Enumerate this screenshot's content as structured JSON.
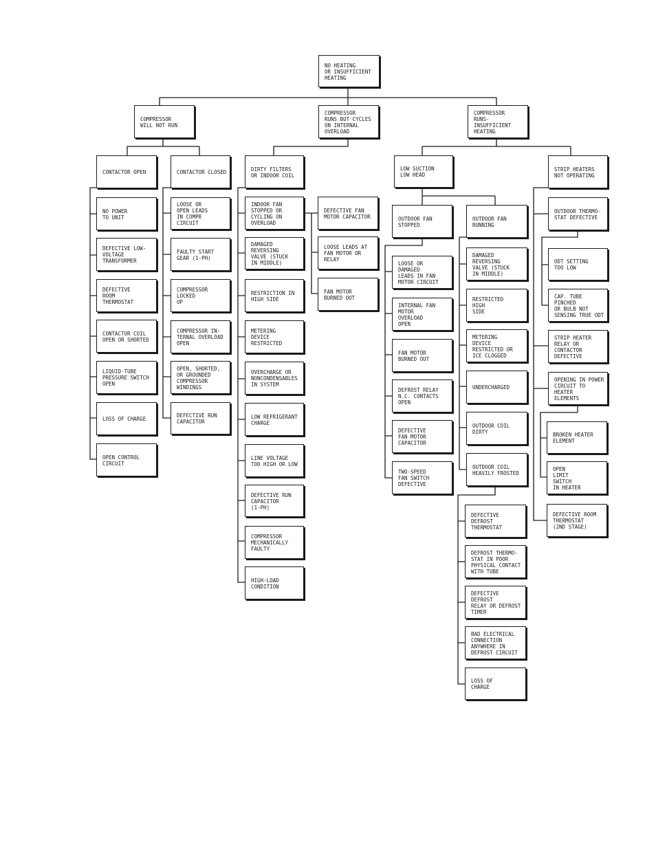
{
  "root": {
    "label": "NO HEATING\nOR INSUFFICIENT\nHEATING"
  },
  "branches": {
    "compressor_will_not_run": {
      "label": "COMPRESSOR\nWILL NOT RUN",
      "contactor_open": {
        "label": "CONTACTOR OPEN",
        "causes": [
          "NO POWER\nTO UNIT",
          "DEFECTIVE LOW-\nVOLTAGE\nTRANSFORMER",
          "DEFECTIVE\nROOM\nTHERMOSTAT",
          "CONTACTOR COIL\nOPEN OR SHORTED",
          "LIQUID-TUBE\nPRESSURE SWITCH\nOPEN",
          "LOSS OF CHARGE",
          "OPEN CONTROL\nCIRCUIT"
        ]
      },
      "contactor_closed": {
        "label": "CONTACTOR CLOSED",
        "causes": [
          "LOOSE OR\nOPEN LEADS\nIN COMPR\nCIRCUIT",
          "FAULTY START\nGEAR (1-PH)",
          "COMPRESSOR\nLOCKED\nUP",
          "COMPRESSOR IN-\nTERNAL OVERLOAD\nOPEN",
          "OPEN, SHORTED,\nOR GROUNDED\nCOMPRESSOR\nWINDINGS",
          "DEFECTIVE RUN\nCAPACITOR"
        ]
      }
    },
    "compressor_cycles": {
      "label": "COMPRESSOR\nRUNS BUT CYCLES\nON INTERNAL\nOVERLOAD",
      "dirty_filters": {
        "label": "DIRTY FILTERS\nOR INDOOR COIL",
        "causes": [
          "INDOOR FAN\nSTOPPED OR\nCYCLING ON\nOVERLOAD",
          "DAMAGED\nREVERSING\nVALVE (STUCK\nIN MIDDLE)",
          "RESTRICTION IN\nHIGH SIDE",
          "METERING\nDEVICE\nRESTRICTED",
          "OVERCHARGE OR\nNONCONDENSABLES\nIN SYSTEM",
          "LOW REFRIGERANT\nCHARGE",
          "LINE VOLTAGE\nTOO HIGH OR LOW",
          "DEFECTIVE RUN\nCAPACITOR\n(1-PH)",
          "COMPRESSOR\nMECHANICALLY\nFAULTY",
          "HIGH-LOAD\nCONDITION"
        ],
        "indoor_fan_causes": [
          "DEFECTIVE FAN\nMOTOR CAPACITOR",
          "LOOSE LEADS AT\nFAN MOTOR OR\nRELAY",
          "FAN MOTOR\nBURNED OUT"
        ]
      }
    },
    "compressor_insufficient": {
      "label": "COMPRESSOR\nRUNS-\nINSUFFICIENT\nHEATING",
      "low_suction": {
        "label": "LOW SUCTION\nLOW HEAD",
        "outdoor_fan_stopped": {
          "label": "OUTDOOR FAN\nSTOPPED",
          "causes": [
            "LOOSE OR\nDAMAGED\nLEADS IN FAN\nMOTOR CIRCUIT",
            "INTERNAL FAN\nMOTOR\nOVERLOAD\nOPEN",
            "FAN MOTOR\nBURNED OUT",
            "DEFROST RELAY\nN.C. CONTACTS\nOPEN",
            "DEFECTIVE\nFAN MOTOR\nCAPACITOR",
            "TWO-SPEED\nFAN SWITCH\nDEFECTIVE"
          ]
        },
        "outdoor_fan_running": {
          "label": "OUTDOOR FAN\nRUNNING",
          "causes": [
            "DAMAGED\nREVERSING\nVALVE (STUCK\nIN MIDDLE)",
            "RESTRICTED\nHIGH\nSIDE",
            "METERING\nDEVICE\nRESTRICTED OR\nICE CLOGGED",
            "UNDERCHARGED",
            "OUTDOOR COIL\nDIRTY",
            "OUTDOOR COIL\nHEAVILY FROSTED"
          ],
          "frosted_causes": [
            "DEFECTIVE DEFROST\nTHERMOSTAT",
            "DEFROST THERMO-\nSTAT IN POOR\nPHYSICAL CONTACT\nWITH TUBE",
            "DEFECTIVE DEFROST\nRELAY OR DEFROST\nTIMER",
            "BAD ELECTRICAL\nCONNECTION\nANYWHERE IN\nDEFROST CIRCUIT",
            "LOSS OF\nCHARGE"
          ]
        }
      },
      "strip_heaters": {
        "label": "STRIP HEATERS\nNOT OPERATING",
        "causes": [
          "OUTDOOR THERMO-\nSTAT DEFECTIVE",
          "STRIP HEATER\nRELAY OR\nCONTACTOR\nDEFECTIVE",
          "OPENING IN POWER\nCIRCUIT TO HEATER\nELEMENTS",
          "DEFECTIVE ROOM\nTHERMOSTAT\n(2nd STAGE)"
        ],
        "thermostat_causes": [
          "ODT SETTING\nTOO LOW",
          "CAP. TUBE PINCHED\nOR BULB NOT\nSENSING TRUE ODT"
        ],
        "power_circuit_causes": [
          "BROKEN HEATER\nELEMENT",
          "OPEN\nLIMIT\nSWITCH\nIN HEATER"
        ]
      }
    }
  }
}
